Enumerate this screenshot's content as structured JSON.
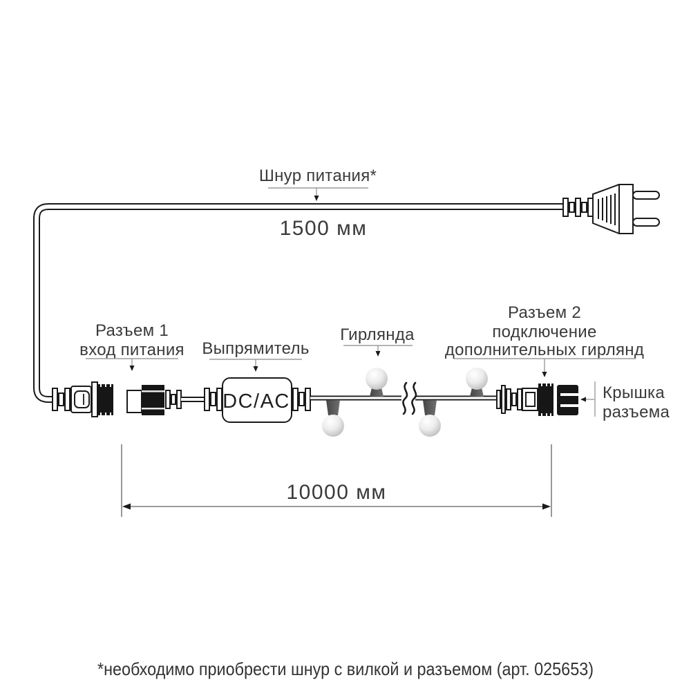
{
  "labels": {
    "power_cord": "Шнур питания*",
    "power_cord_length": "1500 мм",
    "connector1_line1": "Разъем 1",
    "connector1_line2": "вход питания",
    "rectifier": "Выпрямитель",
    "rectifier_box": "DC/AC",
    "garland": "Гирлянда",
    "connector2_line1": "Разъем 2",
    "connector2_line2": "подключение",
    "connector2_line3": "дополнительных гирлянд",
    "cap_line1": "Крышка",
    "cap_line2": "разъема",
    "garland_length": "10000 мм",
    "footnote": "*необходимо приобрести шнур с вилкой и разъемом (арт. 025653)"
  },
  "colors": {
    "ink": "#1a1a1a",
    "text": "#3a3a3a",
    "leader_gray": "#9b9b9b",
    "dimension_gray": "#8d8d8d",
    "connector_black": "#161616",
    "bulb_light": "#ffffff",
    "bulb_shade": "#b9b9b9",
    "socket_gray": "#4f4f4f",
    "background": "#ffffff"
  }
}
